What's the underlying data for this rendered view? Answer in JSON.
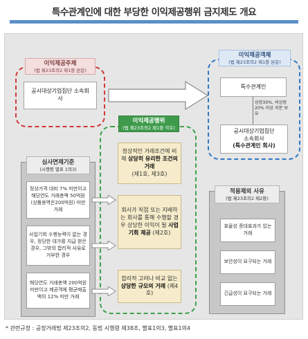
{
  "title": "특수관계인에 대한 부당한 이익제공행위 금지제도 개요",
  "provider": {
    "header_title": "이익제공주체",
    "header_ref": "(법 제23조의2 제1항 본문)",
    "body_text": "공시대상기업집단 소속회사"
  },
  "recipient": {
    "header_title": "이익제공객체",
    "header_ref": "(법 제23조의2 제1항 본문)",
    "top_box_text": "특수관계인",
    "relation_note": "상장30%, 비상장 20% 이상 지분 보유",
    "bottom_box_line1": "공시대상기업집단",
    "bottom_box_line2": "소속회사",
    "bottom_box_line3": "(특수관계인 회사)"
  },
  "act": {
    "header_title": "이익제공행위",
    "header_ref": "(법 제23조의2 제1항 각호)",
    "items": [
      {
        "pre": "정상적인 거래조건에 비해 ",
        "strong": "상당히 유리한 조건의 거래",
        "ref": "(제1호, 제3호)"
      },
      {
        "pre": "회사가 직접 또는 지배하는 회사를 통해 수행할 경우 상당한 이익이 될 ",
        "strong": "사업기회 제공",
        "ref": "(제2호)"
      },
      {
        "pre": "합리적 고려나 비교 없는 ",
        "strong": "상당한 규모의 거래",
        "ref": "(제4호)"
      }
    ]
  },
  "exemption": {
    "header_title": "심사면제기준",
    "header_ref": "(시행령 별표 1의3)",
    "items": [
      "정상가격 대비 7% 미만이고 해당연도 거래총액 50억원(상품용역은200억원) 미만 거래",
      "사업기회 수행능력이 없는 경우, 정당한 대가를 지급 받은 경우, 그밖의 합리적 사유로 거부한 경우",
      "해당연도 거래총액 200억원 미만이고 제공객체 평균매출액의 12% 미만 거래"
    ]
  },
  "exclusion": {
    "header_title": "적용제외 사유",
    "header_ref": "(법 제23조의2 제2항)",
    "items": [
      "효율성 증대효과가 있는 거래",
      "보안성이 요구되는 거래",
      "긴급성이 요구되는 거래"
    ]
  },
  "footnote": "* 관련규정 : 공정거래법 제23조의2, 동법 시행령 제38조, 별표1의3, 별표1의4",
  "colors": {
    "title_bar": "#5b8fc7",
    "provider_dash": "#d03737",
    "recipient_dash": "#2f78c4",
    "act_dash": "#3aa14a",
    "act_header": "#3f9b4b",
    "act_box": "#f6eccb",
    "panel_bg": "#e6e6e6",
    "gray_panel": "#c8c8c8"
  },
  "icons": {
    "flow_arrow": "arrow-right-icon",
    "list_arrow": "arrow-right-icon"
  }
}
